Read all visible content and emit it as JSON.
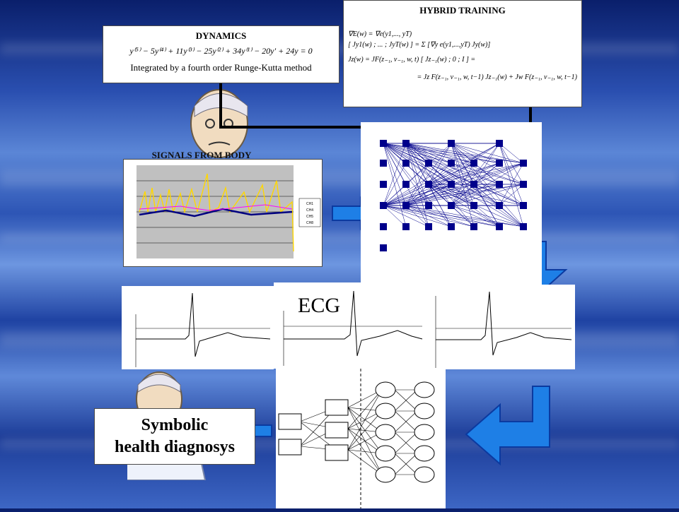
{
  "dynamics": {
    "title": "DYNAMICS",
    "equation": "y⁽⁵⁾ − 5y⁽⁴⁾ + 11y⁽³⁾ − 25y⁽²⁾ + 34y⁽¹⁾ − 20y′ + 24y = 0",
    "caption": "Integrated by a fourth order Runge-Kutta method"
  },
  "hybrid": {
    "title": "HYBRID TRAINING",
    "line1": "∇E(w) = ∇e(y1,..., yT)",
    "line1b": "[ Jy1(w) ; ... ; JyT(w) ] = Σ [∇y e(y1,...,yT) Jy(w)]",
    "line2": "Jz(w) = JF(z₋₁, v₋₁, w, t)  [ Jz₋₁(w) ; 0 ; I ] =",
    "line3": "= Jz F(z₋₁, v₋₁, w, t−1) Jz₋₁(w) + Jw F(z₋₁, v₋₁, w, t−1)"
  },
  "signals": {
    "title": "SIGNALS FROM BODY",
    "legend": [
      "CH1",
      "CH4",
      "CH5",
      "CH8"
    ],
    "legend_colors": [
      "#000080",
      "#ff00ff",
      "#ffd700",
      "#00c0c0"
    ]
  },
  "ecg": {
    "label": "ECG"
  },
  "diagnosis": {
    "line1": "Symbolic",
    "line2": "health diagnosys"
  },
  "colors": {
    "arrow": "#1e7fe6",
    "network": "#00008b"
  }
}
